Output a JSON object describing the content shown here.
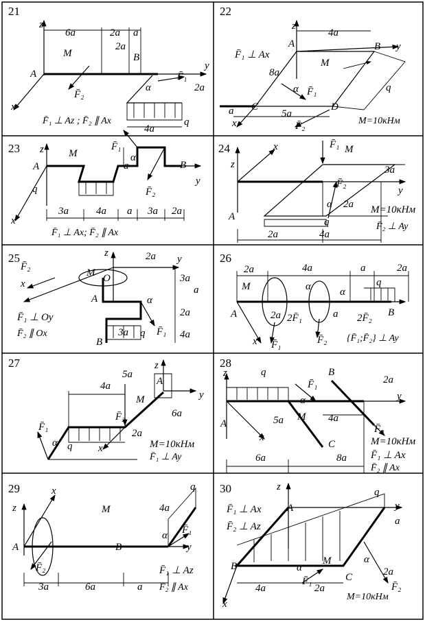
{
  "problems": [
    {
      "number": "21",
      "labels": [
        "z",
        "6a",
        "2a",
        "a",
        "2a",
        "B",
        "M",
        "A",
        "y",
        "F̄₁",
        "F̄₂",
        "α",
        "2a",
        "x",
        "4a",
        "q"
      ],
      "condition": "F̄₁ ⊥ Az ; F̄₂ ∥ Ax"
    },
    {
      "number": "22",
      "labels": [
        "z",
        "4a",
        "A",
        "B",
        "y",
        "F̄₁ ⊥ Ax",
        "8a",
        "M",
        "F̄₁",
        "α",
        "C",
        "D",
        "q",
        "a",
        "5a",
        "x",
        "F̄₂"
      ],
      "condition": "M=10кНм"
    },
    {
      "number": "23",
      "labels": [
        "z",
        "F̄₁",
        "α",
        "M",
        "B",
        "A",
        "a",
        "y",
        "q",
        "F̄₂",
        "3a",
        "4a",
        "a",
        "3a",
        "2a",
        "x"
      ],
      "condition": "F̄₁ ⊥ Ax;   F̄₂ ∥ Ax"
    },
    {
      "number": "24",
      "labels": [
        "z",
        "x",
        "F̄₁",
        "M",
        "3a",
        "F̄₂",
        "y",
        "A",
        "α",
        "2a",
        "M=10кНм",
        "q",
        "2a",
        "4a"
      ],
      "condition": "F̄₂ ⊥ Ay"
    },
    {
      "number": "25",
      "labels": [
        "z",
        "2a",
        "y",
        "M",
        "O",
        "F̄₂",
        "x",
        "A",
        "3a",
        "a",
        "α",
        "2a",
        "F̄₁",
        "q",
        "3a",
        "4a",
        "B",
        "F̄₁ ⊥ Oy"
      ],
      "condition": "F̄₂ ∥ Ox"
    },
    {
      "number": "26",
      "labels": [
        "2a",
        "4a",
        "a",
        "2a",
        "q",
        "M",
        "α",
        "α",
        "A",
        "2a",
        "2F̄₁",
        "a",
        "2F̄₂",
        "B",
        "x",
        "F̄₁",
        "F̄₂"
      ],
      "condition": "{F̄₁;F̄₂} ⊥ Ay"
    },
    {
      "number": "27",
      "labels": [
        "z",
        "A",
        "5a",
        "4a",
        "y",
        "M",
        "F̄₂",
        "6a",
        "F̄₁",
        "α",
        "q",
        "x",
        "2a",
        "M=10кНм"
      ],
      "condition": "F̄₁ ⊥ Ay"
    },
    {
      "number": "28",
      "labels": [
        "z",
        "q",
        "F̄₁",
        "B",
        "2a",
        "α",
        "y",
        "A",
        "5a",
        "M",
        "4a",
        "F̄₂",
        "M=10кНм",
        "F̄₁ ⊥ Ax",
        "x",
        "C",
        "6a",
        "8a"
      ],
      "condition": "F̄₂ ∥ Ax"
    },
    {
      "number": "29",
      "labels": [
        "z",
        "x",
        "A",
        "F̄₂",
        "M",
        "B",
        "4a",
        "q",
        "α",
        "F̄₁",
        "y",
        "3a",
        "6a",
        "a",
        "F̄₁ ⊥ Az"
      ],
      "condition": "F̄₂ ∥ Ax"
    },
    {
      "number": "30",
      "labels": [
        "z",
        "A",
        "q",
        "F̄₁ ⊥ Ax",
        "F̄₂ ⊥ Az",
        "y",
        "a",
        "B",
        "M",
        "α",
        "α",
        "2a",
        "F̄₂",
        "F̄₁",
        "C",
        "4a",
        "2a",
        "x"
      ],
      "condition": "M=10кНм"
    }
  ]
}
